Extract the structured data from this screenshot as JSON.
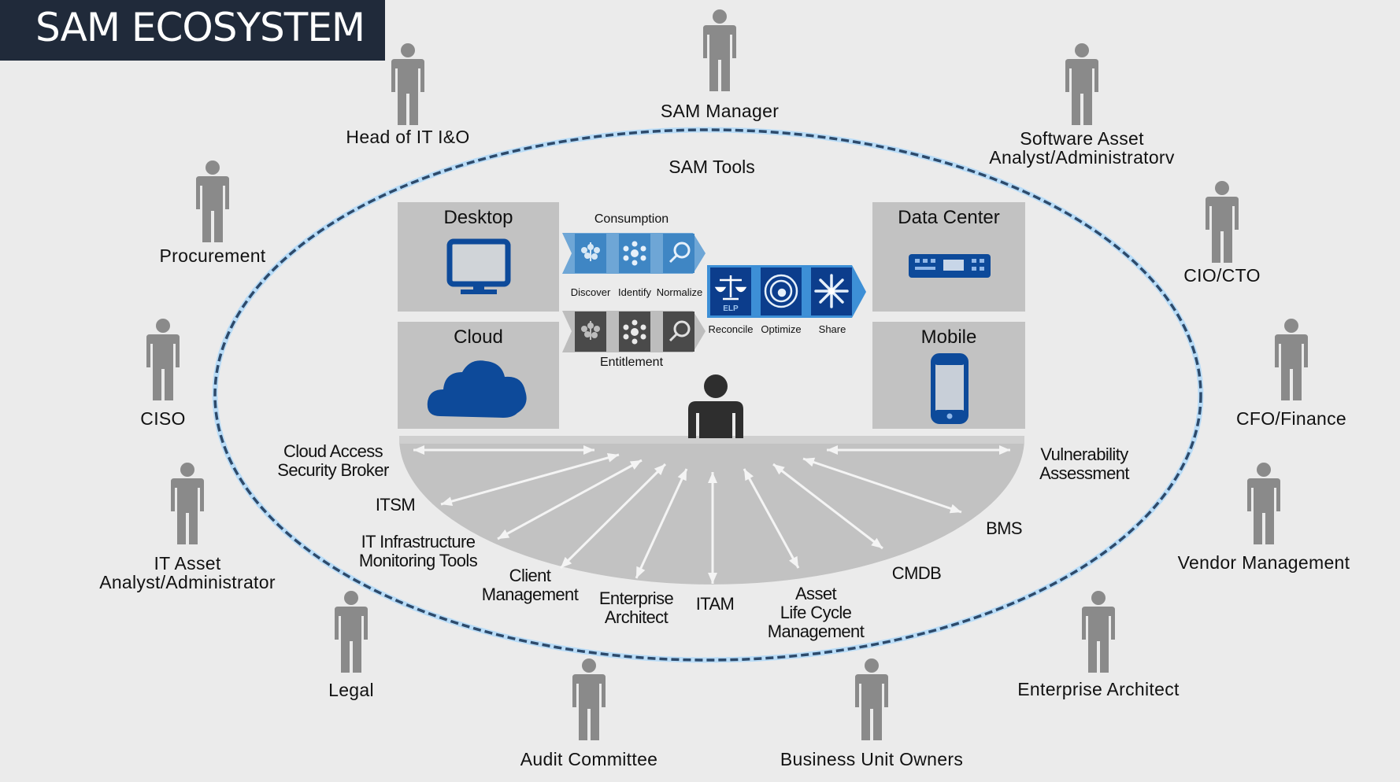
{
  "title": "SAM ECOSYSTEM",
  "ellipse_label": "SAM Tools",
  "stakeholders": [
    {
      "id": "head-of-it",
      "lines": [
        "Head of IT I&O"
      ]
    },
    {
      "id": "sam-manager",
      "lines": [
        "SAM Manager"
      ]
    },
    {
      "id": "software-asset-analyst",
      "lines": [
        "Software Asset",
        "Analyst/Administratorv"
      ]
    },
    {
      "id": "procurement",
      "lines": [
        "Procurement"
      ]
    },
    {
      "id": "cio-cto",
      "lines": [
        "CIO/CTO"
      ]
    },
    {
      "id": "ciso",
      "lines": [
        "CISO"
      ]
    },
    {
      "id": "cfo-finance",
      "lines": [
        "CFO/Finance"
      ]
    },
    {
      "id": "it-asset-analyst",
      "lines": [
        "IT Asset",
        "Analyst/Administrator"
      ]
    },
    {
      "id": "vendor-management",
      "lines": [
        "Vendor Management"
      ]
    },
    {
      "id": "legal",
      "lines": [
        "Legal"
      ]
    },
    {
      "id": "enterprise-architect",
      "lines": [
        "Enterprise Architect"
      ]
    },
    {
      "id": "audit-committee",
      "lines": [
        "Audit Committee"
      ]
    },
    {
      "id": "business-unit-owners",
      "lines": [
        "Business Unit Owners"
      ]
    }
  ],
  "categories": {
    "desktop": "Desktop",
    "cloud": "Cloud",
    "data_center": "Data Center",
    "mobile": "Mobile"
  },
  "process": {
    "consumption_label": "Consumption",
    "entitlement_label": "Entitlement",
    "steps_left": [
      "Discover",
      "Identify",
      "Normalize"
    ],
    "steps_right": [
      "Reconcile",
      "Optimize",
      "Share"
    ],
    "elp_badge": "ELP"
  },
  "tools": [
    {
      "id": "casb",
      "lines": [
        "Cloud Access",
        "Security Broker"
      ]
    },
    {
      "id": "itsm",
      "lines": [
        "ITSM"
      ]
    },
    {
      "id": "it-infra-monitoring",
      "lines": [
        "IT Infrastructure",
        "Monitoring Tools"
      ]
    },
    {
      "id": "client-management",
      "lines": [
        "Client",
        "Management"
      ]
    },
    {
      "id": "enterprise-architect-tool",
      "lines": [
        "Enterprise",
        "Architect"
      ]
    },
    {
      "id": "itam",
      "lines": [
        "ITAM"
      ]
    },
    {
      "id": "asset-lifecycle",
      "lines": [
        "Asset",
        "Life Cycle",
        "Management"
      ]
    },
    {
      "id": "cmdb",
      "lines": [
        "CMDB"
      ]
    },
    {
      "id": "bms",
      "lines": [
        "BMS"
      ]
    },
    {
      "id": "vulnerability-assessment",
      "lines": [
        "Vulnerability",
        "Assessment"
      ]
    }
  ],
  "colors": {
    "title_bg": "#202a3a",
    "ellipse_dash": "#2d4a6b",
    "ellipse_glow": "#9ccbf0",
    "box_gray": "#c2c2c2",
    "icon_blue": "#0d4a9a",
    "chevron_light": "#5a9bd0",
    "chevron_dark": "#0c3d8c",
    "person_gray": "#8a8a8a"
  }
}
